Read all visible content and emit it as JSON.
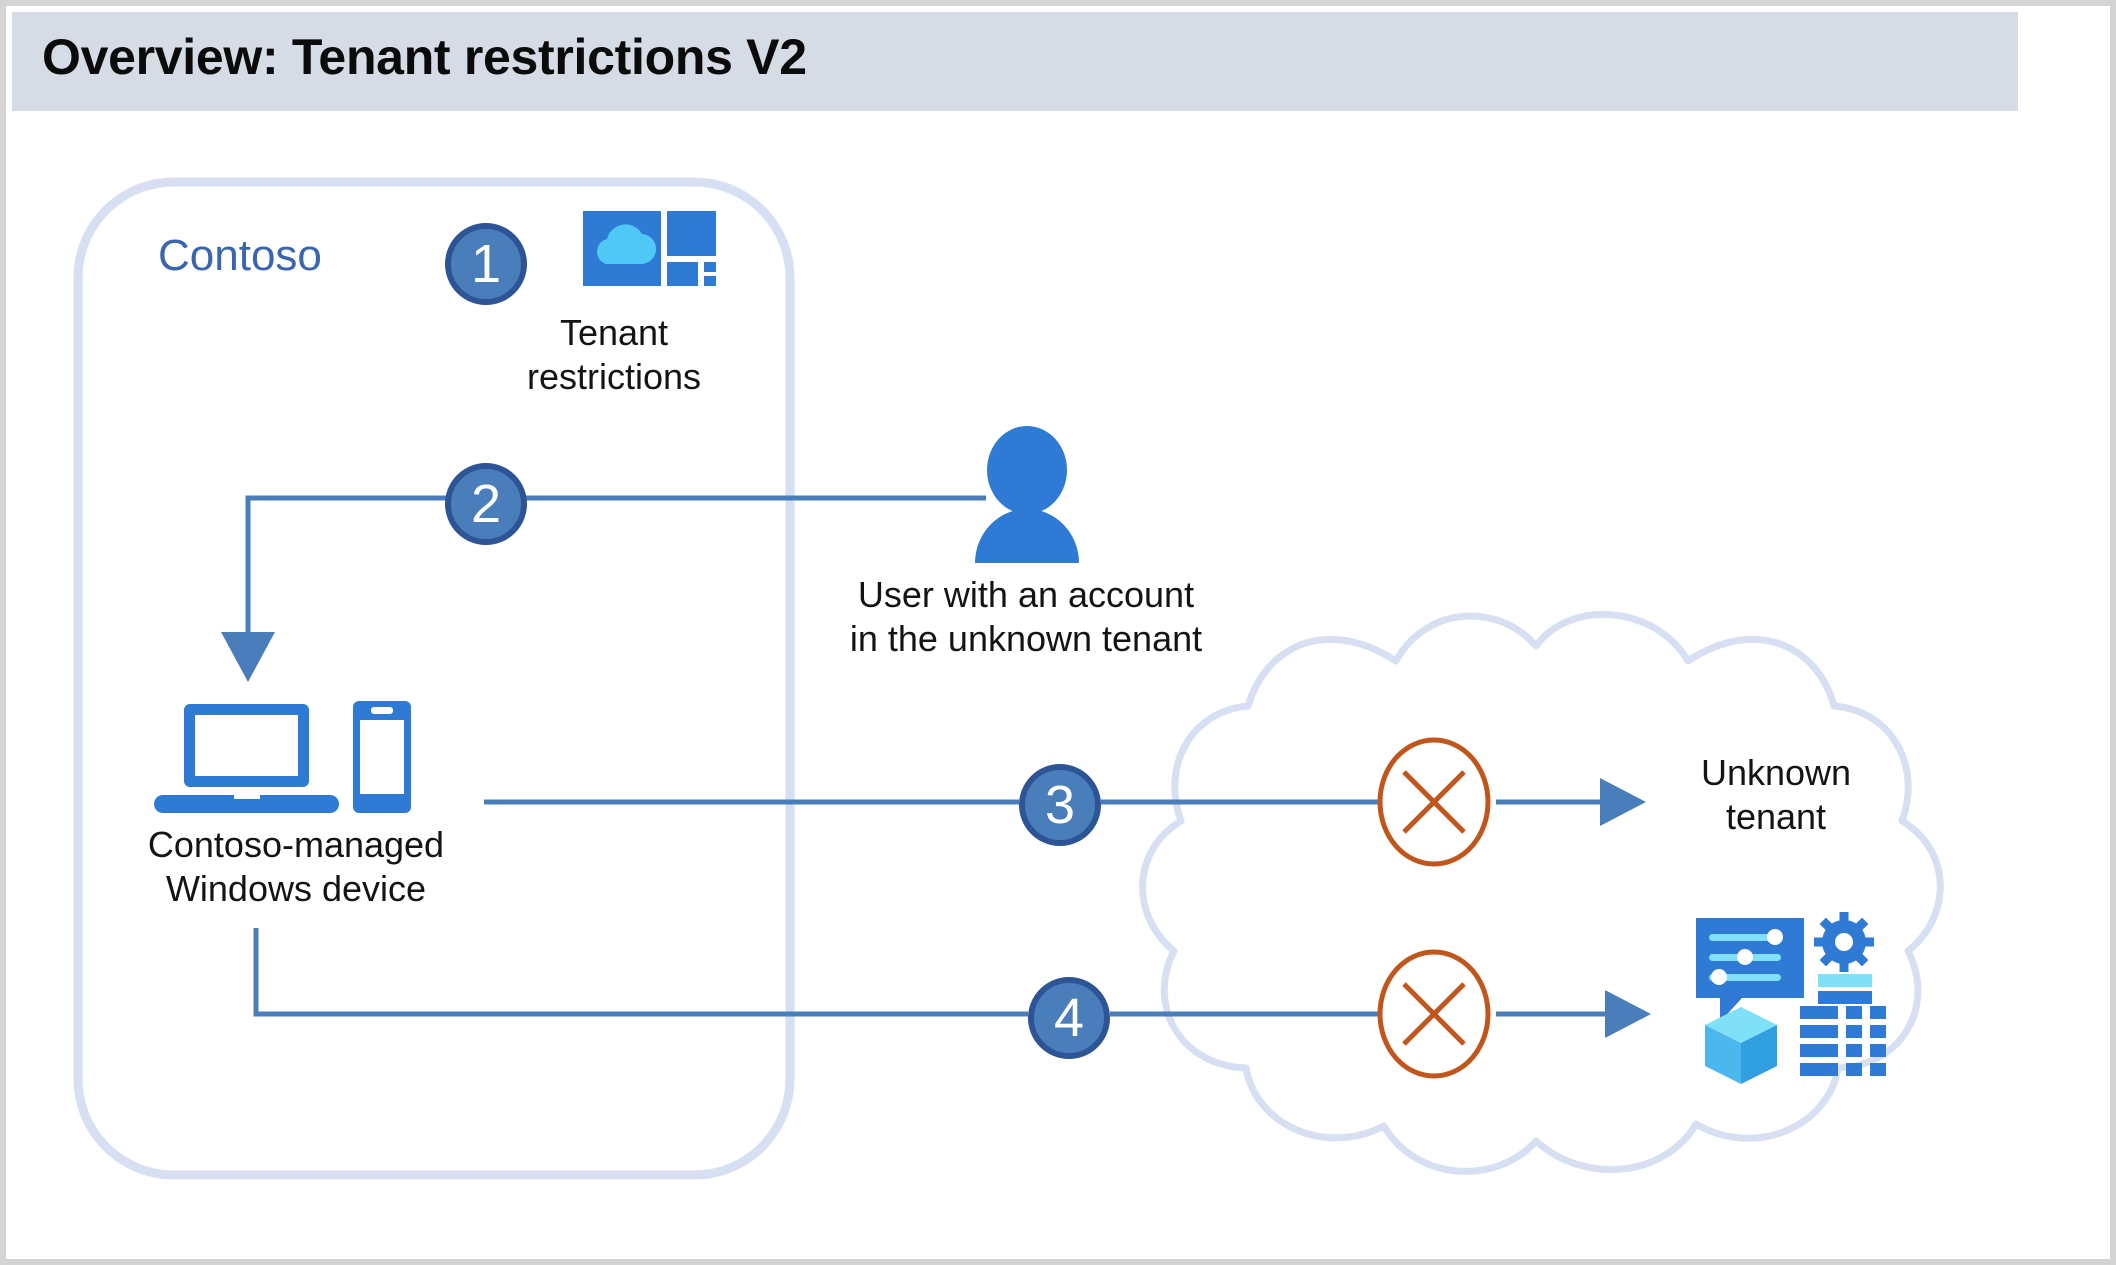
{
  "header": {
    "title": "Overview: Tenant restrictions V2",
    "band_color": "#d5dce5"
  },
  "colors": {
    "accent_blue": "#4a7ebb",
    "badge_ring": "#2d5596",
    "icon_blue": "#2f7ad4",
    "icon_light_blue": "#50c8f5",
    "block_orange": "#c0561b",
    "boundary_blue": "#d6e0f2",
    "connector_blue": "#4a7ebb",
    "contoso_label_color": "#3a66b0",
    "frame_gray": "#d4d4d4"
  },
  "boundary": {
    "label": "Contoso",
    "name": "contoso-boundary"
  },
  "cloud": {
    "name": "unknown-tenant-cloud"
  },
  "steps": [
    {
      "number": "1",
      "name": "step-1"
    },
    {
      "number": "2",
      "name": "step-2"
    },
    {
      "number": "3",
      "name": "step-3"
    },
    {
      "number": "4",
      "name": "step-4"
    }
  ],
  "nodes": {
    "tenant_restrictions": {
      "caption": "Tenant\nrestrictions",
      "icon": "tenant-restrictions-icon"
    },
    "user": {
      "caption": "User with an account\nin the unknown tenant",
      "icon": "person-icon"
    },
    "device": {
      "caption": "Contoso-managed\nWindows device",
      "icon": "laptop-and-phone-icon"
    },
    "unknown_tenant": {
      "caption": "Unknown\ntenant"
    },
    "cloud_apps": {
      "icon": "cloud-apps-icon"
    }
  },
  "blockers": [
    {
      "name": "block-marker-3",
      "symbol": "X"
    },
    {
      "name": "block-marker-4",
      "symbol": "X"
    }
  ]
}
